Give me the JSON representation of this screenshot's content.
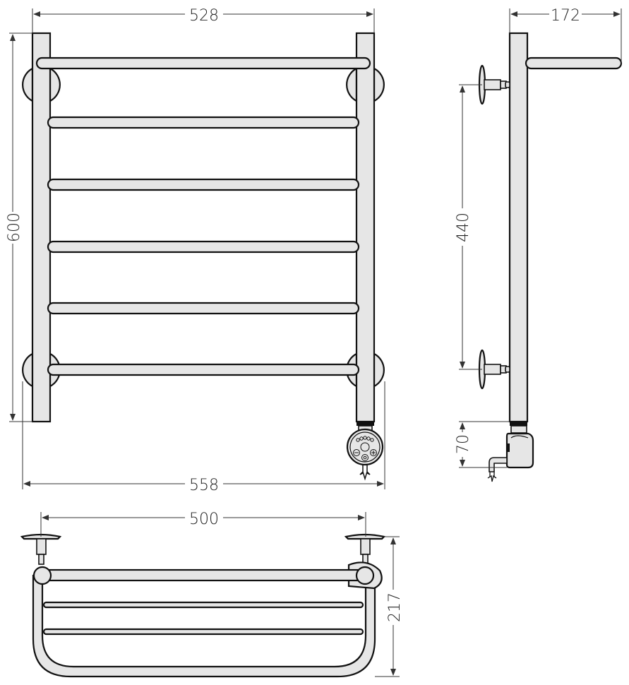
{
  "drawing": {
    "subject": "Electric ladder towel warmer with heating element and shelf",
    "views": {
      "front": {
        "dimensions": {
          "width_between_pipes": "528",
          "height": "600",
          "overall_width_with_heater": "558"
        },
        "crossbars": 6,
        "heater_controls": [
          "-",
          "power",
          "+"
        ]
      },
      "side": {
        "dimensions": {
          "depth": "172",
          "mount_spacing": "440",
          "heater_height": "70"
        }
      },
      "top": {
        "dimensions": {
          "mount_width": "500",
          "depth": "217"
        }
      }
    }
  }
}
